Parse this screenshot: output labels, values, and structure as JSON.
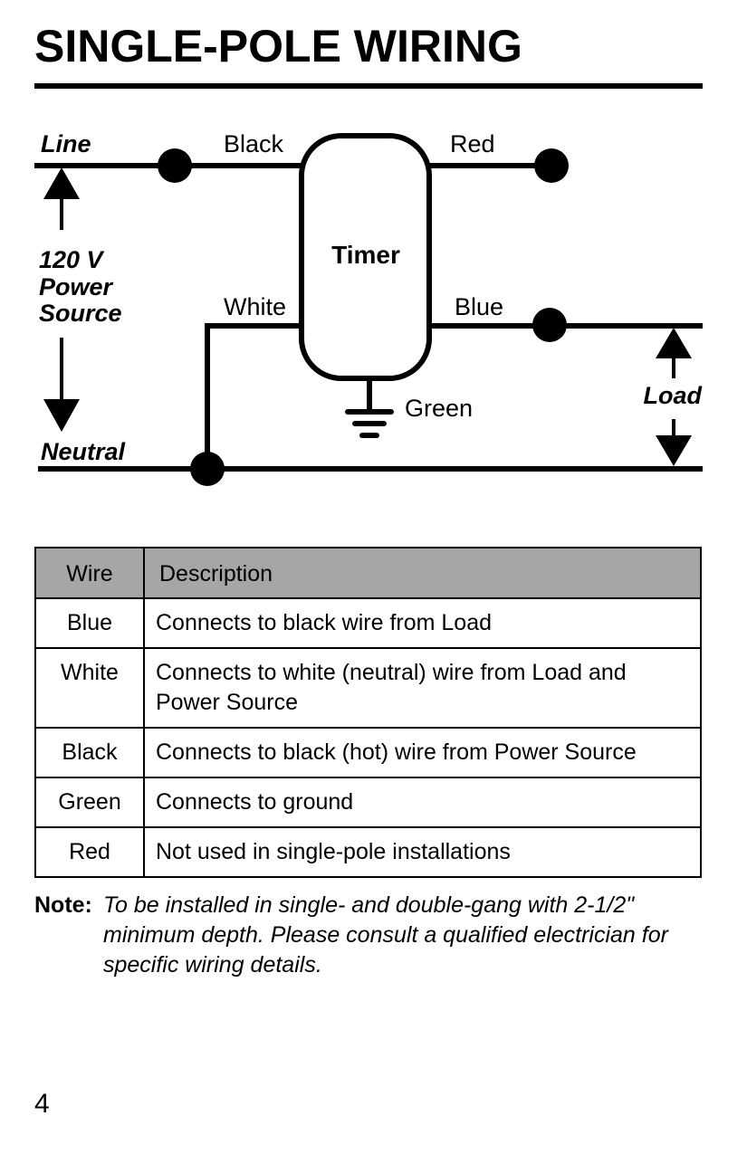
{
  "title": "SINGLE-POLE WIRING",
  "diagram": {
    "line_label": "Line",
    "neutral_label": "Neutral",
    "source_label": [
      "120 V",
      "Power",
      "Source"
    ],
    "timer_label": "Timer",
    "black_label": "Black",
    "red_label": "Red",
    "white_label": "White",
    "blue_label": "Blue",
    "green_label": "Green",
    "load_label": "Load"
  },
  "table": {
    "headers": {
      "wire": "Wire",
      "description": "Description"
    },
    "rows": [
      {
        "wire": "Blue",
        "description": "Connects to black wire from Load"
      },
      {
        "wire": "White",
        "description": "Connects to white (neutral) wire from Load and Power Source"
      },
      {
        "wire": "Black",
        "description": "Connects to black (hot) wire from Power Source"
      },
      {
        "wire": "Green",
        "description": "Connects to ground"
      },
      {
        "wire": "Red",
        "description": "Not used in single-pole installations"
      }
    ],
    "header_color": "#a6a6a6"
  },
  "note": {
    "label": "Note:",
    "text": "To be installed in single- and double-gang with 2-1/2\" minimum depth. Please consult a qualified electrician for specific wiring details."
  },
  "page_number": "4"
}
